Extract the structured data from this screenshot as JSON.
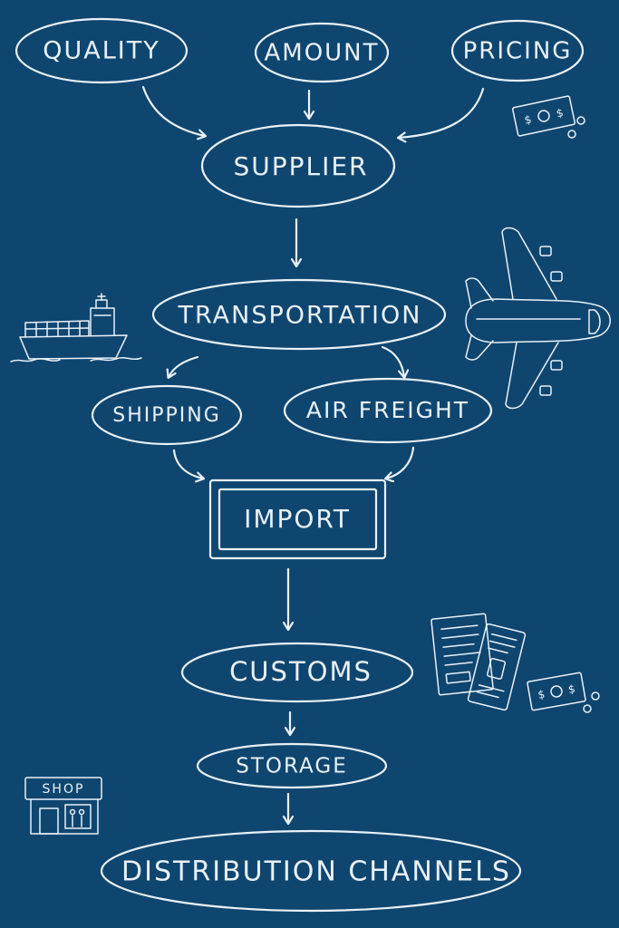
{
  "colors": {
    "background": "#0f4670",
    "ink": "#e9f1f7"
  },
  "nodes": {
    "quality": "QUALITY",
    "amount": "AMOUNT",
    "pricing": "PRICING",
    "supplier": "SUPPLIER",
    "transportation": "TRANSPORTATION",
    "shipping": "SHIPPING",
    "air_freight": "AIR FREIGHT",
    "import": "IMPORT",
    "customs": "CUSTOMS",
    "storage": "STORAGE",
    "distribution": "DISTRIBUTION CHANNELS"
  },
  "icons": {
    "shop_sign": "SHOP",
    "currency_symbol": "$",
    "ship": "cargo-ship-icon",
    "plane": "airplane-icon",
    "documents": "documents-icon",
    "money": "dollar-bill-icon",
    "store": "shop-icon"
  }
}
